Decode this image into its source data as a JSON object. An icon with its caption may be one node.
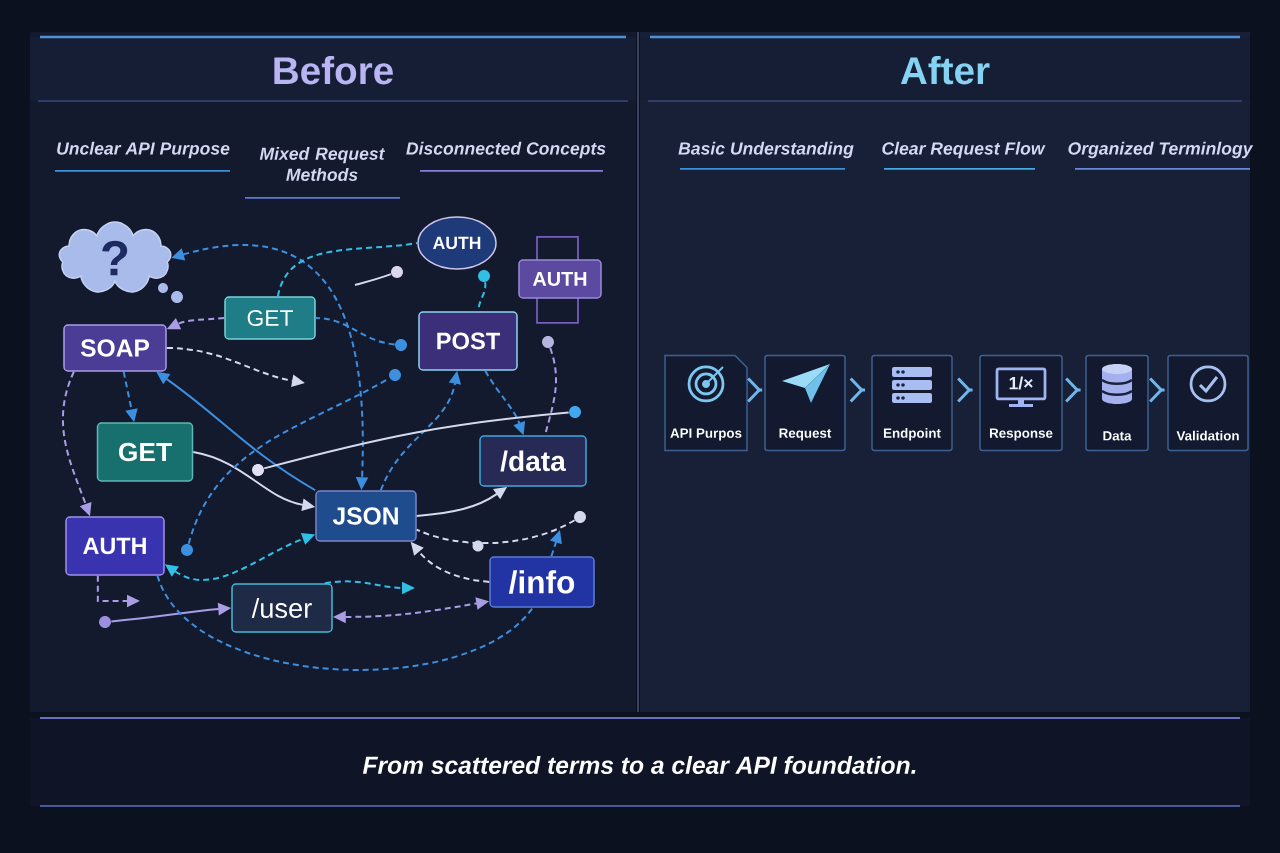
{
  "diagram": {
    "caption": "From scattered terms to a clear API foundation.",
    "nodes": [
      {
        "text": [
          "Before"
        ]
      },
      {
        "text": [
          "?"
        ],
        "in": 0
      },
      {
        "text": [
          "AUTH"
        ],
        "in": 0
      },
      {
        "text": [
          "AUTH"
        ],
        "in": 0
      },
      {
        "text": [
          "GET"
        ],
        "in": 0
      },
      {
        "text": [
          "SOAP"
        ],
        "in": 0
      },
      {
        "text": [
          "POST"
        ],
        "in": 0
      },
      {
        "text": [
          "GET"
        ],
        "in": 0
      },
      {
        "text": [
          "/data"
        ],
        "in": 0
      },
      {
        "text": [
          "JSON"
        ],
        "in": 0
      },
      {
        "text": [
          "AUTH"
        ],
        "in": 0
      },
      {
        "text": [
          "/info"
        ],
        "in": 0
      },
      {
        "text": [
          "/user"
        ],
        "in": 0
      },
      {
        "text": [],
        "shape": "circle",
        "in": 0
      },
      {
        "text": [],
        "shape": "circle",
        "in": 0
      },
      {
        "text": [],
        "shape": "circle",
        "in": 0
      },
      {
        "text": [],
        "shape": "circle",
        "in": 0
      },
      {
        "text": [],
        "shape": "circle",
        "in": 0
      },
      {
        "text": [],
        "shape": "circle",
        "in": 0
      },
      {
        "text": [],
        "shape": "circle",
        "in": 0
      },
      {
        "text": [],
        "shape": "circle",
        "in": 0
      },
      {
        "text": [],
        "shape": "circle",
        "in": 0
      },
      {
        "text": [],
        "shape": "circle",
        "in": 0
      },
      {
        "text": [
          "After"
        ]
      },
      {
        "text": [
          "API Purpos"
        ],
        "in": 23
      },
      {
        "text": [
          "Request"
        ],
        "in": 23
      },
      {
        "text": [
          "Endpoint"
        ],
        "in": 23
      },
      {
        "text": [
          "1/×",
          "Response"
        ],
        "in": 23
      },
      {
        "text": [
          "Data"
        ],
        "in": 23
      },
      {
        "text": [
          "Validation"
        ],
        "in": 23
      }
    ],
    "edges": [
      {
        "from": 4,
        "to": 5,
        "arrow": "to",
        "style": "dashed",
        "color": "#a99ee6"
      },
      {
        "from": 5,
        "to": null,
        "arrow": "to",
        "style": "dashed",
        "color": "#d5d9ee"
      },
      {
        "from": 5,
        "to": 7,
        "arrow": "to",
        "style": "dashed"
      },
      {
        "from": 9,
        "to": 5,
        "arrow": "to"
      },
      {
        "from": 7,
        "to": 9,
        "arrow": "to",
        "color": "#d5d9ee"
      },
      {
        "from": 5,
        "to": 10,
        "arrow": "to",
        "style": "dashed",
        "color": "#a99ee6"
      },
      {
        "from": 10,
        "to": null,
        "arrow": "to",
        "style": "dashed",
        "color": "#a99ee6"
      },
      {
        "from": 13,
        "to": 12,
        "arrow": "to",
        "color": "#a99ee6"
      },
      {
        "from": 10,
        "to": 11,
        "arrow": "none",
        "style": "dashed"
      },
      {
        "from": 12,
        "to": 11,
        "arrow": "both",
        "style": "dashed",
        "color": "#a99ee6"
      },
      {
        "from": 12,
        "to": null,
        "arrow": "to",
        "style": "dashed",
        "color": "#31bfe6"
      },
      {
        "from": 10,
        "to": 9,
        "arrow": "both",
        "style": "dashed",
        "color": "#31bfe6"
      },
      {
        "from": 9,
        "to": 8,
        "arrow": "to",
        "color": "#d5d9ee"
      },
      {
        "from": 11,
        "to": 9,
        "arrow": "to",
        "style": "dashed",
        "color": "#d5d9ee"
      },
      {
        "from": 11,
        "to": null,
        "arrow": "to",
        "style": "dashed"
      },
      {
        "from": 14,
        "to": 9,
        "arrow": "none",
        "style": "dashed",
        "color": "#d5d9ee"
      },
      {
        "from": 6,
        "to": 8,
        "arrow": "to",
        "style": "dashed"
      },
      {
        "from": 16,
        "to": 6,
        "arrow": "none",
        "style": "dashed",
        "color": "#31bfe6"
      },
      {
        "from": 17,
        "to": 4,
        "arrow": "none",
        "style": "dashed"
      },
      {
        "from": 15,
        "to": 8,
        "arrow": "none",
        "style": "dashed",
        "color": "#a99ee6"
      },
      {
        "from": 9,
        "to": 6,
        "arrow": "to",
        "style": "dashed"
      },
      {
        "from": 1,
        "to": 9,
        "arrow": "both",
        "style": "dashed"
      },
      {
        "from": 4,
        "to": 2,
        "arrow": "none",
        "style": "dashed",
        "color": "#31bfe6"
      },
      {
        "from": 18,
        "to": 19,
        "arrow": "none",
        "color": "#d5d9ee"
      },
      {
        "from": 20,
        "to": 21,
        "arrow": "none",
        "style": "dashed"
      },
      {
        "from": null,
        "to": 22,
        "arrow": "none",
        "color": "#d5d9ee"
      },
      {
        "from": 24,
        "to": 25,
        "arrow": "to",
        "color": "#6fb6ea"
      },
      {
        "from": 25,
        "to": 26,
        "arrow": "to",
        "color": "#6fb6ea"
      },
      {
        "from": 26,
        "to": 27,
        "arrow": "to",
        "color": "#6fb6ea"
      },
      {
        "from": 27,
        "to": 28,
        "arrow": "to",
        "color": "#6fb6ea"
      },
      {
        "from": 28,
        "to": 29,
        "arrow": "to",
        "color": "#6fb6ea"
      }
    ],
    "labels": [
      "Unclear API Purpose",
      "Mixed Request Methods",
      "Disconnected Concepts",
      "Basic Understanding",
      "Clear Request Flow",
      "Organized Terminlogy"
    ]
  }
}
